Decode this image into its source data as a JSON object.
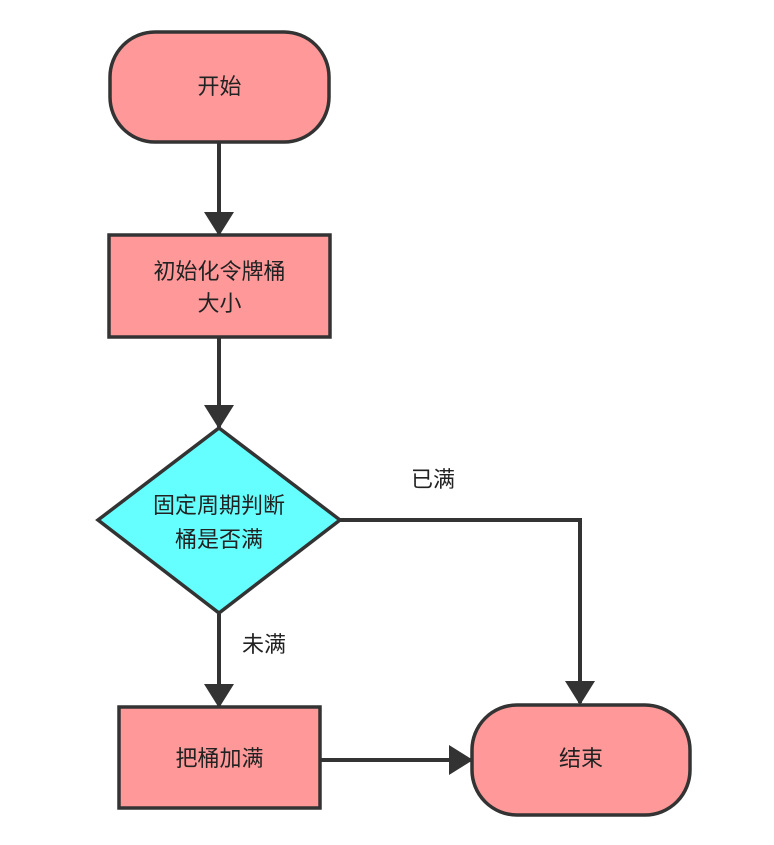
{
  "nodes": {
    "start": {
      "label": "开始",
      "shape": "terminator",
      "fill": "#ff9999"
    },
    "init": {
      "label_line1": "初始化令牌桶",
      "label_line2": "大小",
      "shape": "process",
      "fill": "#ff9999"
    },
    "decision": {
      "label_line1": "固定周期判断",
      "label_line2": "桶是否满",
      "shape": "decision",
      "fill": "#66ffff"
    },
    "fill_bucket": {
      "label": "把桶加满",
      "shape": "process",
      "fill": "#ff9999"
    },
    "end": {
      "label": "结束",
      "shape": "terminator",
      "fill": "#ff9999"
    }
  },
  "edges": {
    "full": {
      "label": "已满",
      "from": "decision",
      "to": "end"
    },
    "not_full": {
      "label": "未满",
      "from": "decision",
      "to": "fill_bucket"
    }
  },
  "colors": {
    "stroke": "#333333",
    "process_fill": "#ff9999",
    "decision_fill": "#66ffff"
  }
}
